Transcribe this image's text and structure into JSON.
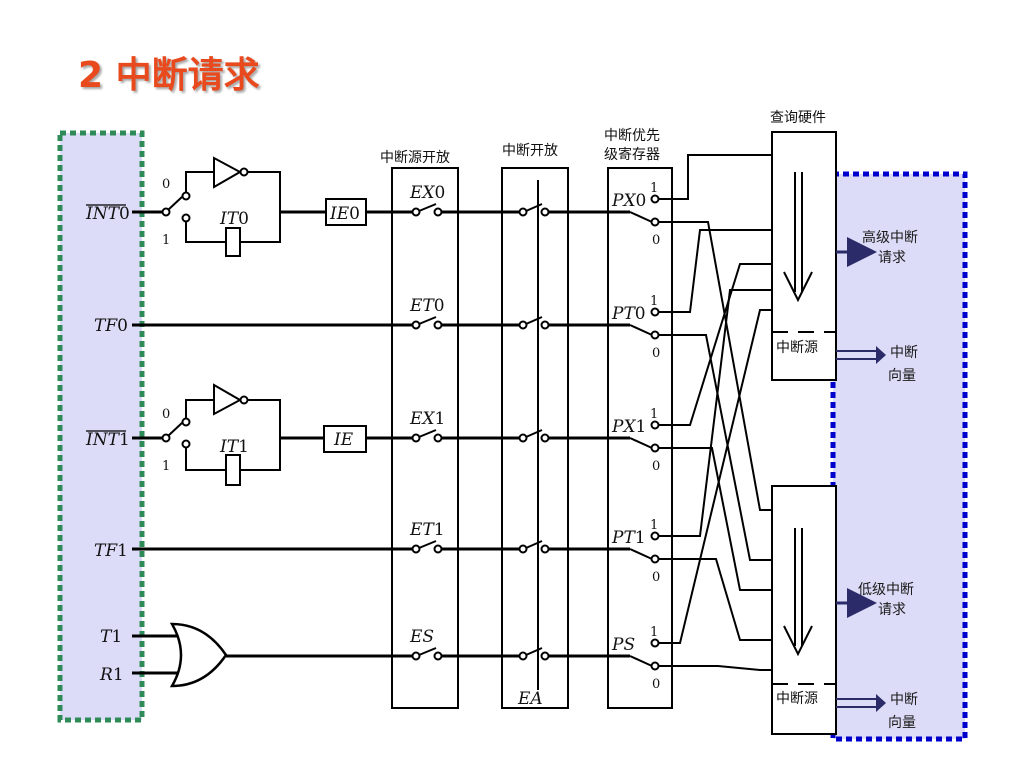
{
  "title": "2  中断请求",
  "colors": {
    "title": "#e8491d",
    "left_panel_fill": "#dcdcf8",
    "left_panel_border": "#2e8b57",
    "right_panel_fill": "#dcdcf8",
    "right_panel_border": "#0000cc",
    "arrow": "#2b2b6a"
  },
  "sources": [
    {
      "label": "INT",
      "sub": "0",
      "overline": true
    },
    {
      "label": "TF",
      "sub": "0",
      "overline": false
    },
    {
      "label": "INT",
      "sub": "1",
      "overline": true
    },
    {
      "label": "TF",
      "sub": "1",
      "overline": false
    },
    {
      "label": "T",
      "sub": "1",
      "overline": false
    },
    {
      "label": "R",
      "sub": "1",
      "overline": false
    }
  ],
  "selector_labels": {
    "zero": "0",
    "one": "1"
  },
  "it_labels": [
    {
      "label": "IT",
      "sub": "0"
    },
    {
      "label": "IT",
      "sub": "1"
    }
  ],
  "ie_labels": [
    {
      "label": "IE",
      "sub": "0"
    },
    {
      "label": "IE",
      "sub": ""
    }
  ],
  "headers": {
    "source_enable": "中断源开放",
    "global_enable": "中断开放",
    "priority_line1": "中断优先",
    "priority_line2": "级寄存器",
    "query_hw": "查询硬件"
  },
  "enable_bits": [
    {
      "label": "EX",
      "sub": "0"
    },
    {
      "label": "ET",
      "sub": "0"
    },
    {
      "label": "EX",
      "sub": "1"
    },
    {
      "label": "ET",
      "sub": "1"
    },
    {
      "label": "ES",
      "sub": ""
    }
  ],
  "ea_label": "EA",
  "priority_bits": [
    {
      "label": "PX",
      "sub": "0"
    },
    {
      "label": "PT",
      "sub": "0"
    },
    {
      "label": "PX",
      "sub": "1"
    },
    {
      "label": "PT",
      "sub": "1"
    },
    {
      "label": "PS",
      "sub": ""
    }
  ],
  "priority_pos": {
    "one": "1",
    "zero": "0"
  },
  "high": {
    "request_line1": "高级中断",
    "request_line2": "请求",
    "source": "中断源",
    "vector_line1": "中断",
    "vector_line2": "向量"
  },
  "low": {
    "request_line1": "低级中断",
    "request_line2": "请求",
    "source": "中断源",
    "vector_line1": "中断",
    "vector_line2": "向量"
  }
}
